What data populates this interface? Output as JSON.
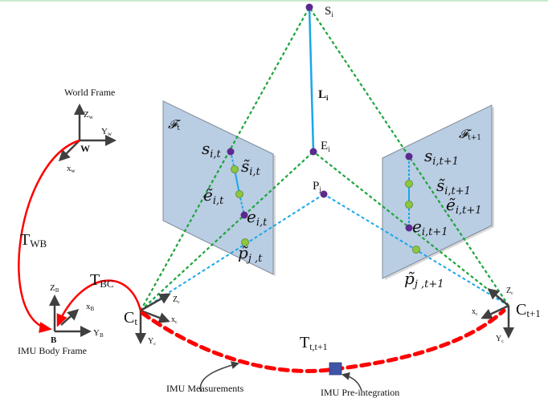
{
  "colors": {
    "green_ray": "#1ea53c",
    "blue_ray": "#1aa7e8",
    "line_solid": "#1aa7e8",
    "point_purple": "#5b2a8e",
    "point_green": "#8dc63f",
    "plane_fill": "#b9cde3",
    "plane_edge": "#7f8c99",
    "axis_gray": "#404040",
    "red": "#ff0000",
    "square": "#3f54a6"
  },
  "labels": {
    "world_frame": "World Frame",
    "world_origin": "W",
    "world_z": "Z",
    "world_z_sub": "w",
    "world_y": "Y",
    "world_y_sub": "w",
    "world_x": "x",
    "world_x_sub": "w",
    "t_wb": "T",
    "t_wb_sub": "WB",
    "t_bc": "T",
    "t_bc_sub": "BC",
    "body_origin": "B",
    "body_frame": "IMU Body Frame",
    "body_z": "Z",
    "body_z_sub": "B",
    "body_x": "x",
    "body_x_sub": "B",
    "body_y": "Y",
    "body_y_sub": "B",
    "cam_t": "C",
    "cam_t_sub": "t",
    "cam_t1": "C",
    "cam_t1_sub": "t+1",
    "cam_z": "Z",
    "cam_z_sub": "c",
    "cam_x": "x",
    "cam_x_sub": "c",
    "cam_y": "Y",
    "cam_y_sub": "c",
    "t_tt1": "T",
    "t_tt1_sub": "t,t+1",
    "imu_measurements": "IMU Measurements",
    "imu_preintegration": "IMU Pre-integration",
    "S_i": "S",
    "S_i_sub": "i",
    "E_i": "E",
    "E_i_sub": "i",
    "P_j": "P",
    "P_j_sub": "j",
    "L_i": "L",
    "L_i_sub": "i",
    "frame_t": "𝓕",
    "frame_t_sub": "t",
    "frame_t1": "𝓕",
    "frame_t1_sub": "t+1",
    "s_it": "s",
    "s_it_sub": "i,t",
    "s_tilde_it": "s̃",
    "s_tilde_it_sub": "i,t",
    "e_tilde_it": "ẽ",
    "e_tilde_it_sub": "i,t",
    "e_it": "e",
    "e_it_sub": "i,t",
    "p_tilde_jt": "p̃",
    "p_tilde_jt_sub": "j ,t",
    "s_it1": "s",
    "s_it1_sub": "i,t+1",
    "s_tilde_it1": "s̃",
    "s_tilde_it1_sub": "i,t+1",
    "e_tilde_it1": "ẽ",
    "e_tilde_it1_sub": "i,t+1",
    "e_it1": "e",
    "e_it1_sub": "i,t+1",
    "p_tilde_jt1": "p̃",
    "p_tilde_jt1_sub": "j ,t+1"
  }
}
